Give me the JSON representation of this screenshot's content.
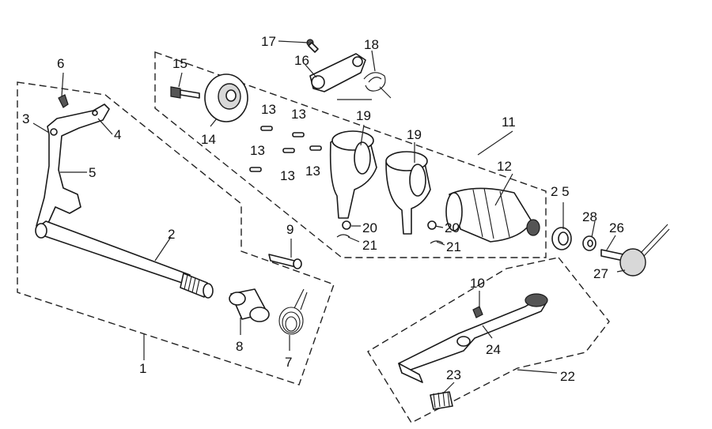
{
  "diagram": {
    "callouts": [
      {
        "id": "1",
        "text": "1"
      },
      {
        "id": "2",
        "text": "2"
      },
      {
        "id": "3",
        "text": "3"
      },
      {
        "id": "4",
        "text": "4"
      },
      {
        "id": "5",
        "text": "5"
      },
      {
        "id": "6",
        "text": "6"
      },
      {
        "id": "7",
        "text": "7"
      },
      {
        "id": "8",
        "text": "8"
      },
      {
        "id": "9",
        "text": "9"
      },
      {
        "id": "10",
        "text": "10"
      },
      {
        "id": "11",
        "text": "11"
      },
      {
        "id": "12",
        "text": "12"
      },
      {
        "id": "13a",
        "text": "13"
      },
      {
        "id": "13b",
        "text": "13"
      },
      {
        "id": "13c",
        "text": "13"
      },
      {
        "id": "13d",
        "text": "13"
      },
      {
        "id": "13e",
        "text": "13"
      },
      {
        "id": "14",
        "text": "14"
      },
      {
        "id": "15",
        "text": "15"
      },
      {
        "id": "16",
        "text": "16"
      },
      {
        "id": "17",
        "text": "17"
      },
      {
        "id": "18",
        "text": "18"
      },
      {
        "id": "19a",
        "text": "19"
      },
      {
        "id": "19b",
        "text": "19"
      },
      {
        "id": "20a",
        "text": "20"
      },
      {
        "id": "20b",
        "text": "20"
      },
      {
        "id": "21a",
        "text": "21"
      },
      {
        "id": "21b",
        "text": "21"
      },
      {
        "id": "22",
        "text": "22"
      },
      {
        "id": "23",
        "text": "23"
      },
      {
        "id": "24",
        "text": "24"
      },
      {
        "id": "25",
        "text": "2 5"
      },
      {
        "id": "26",
        "text": "26"
      },
      {
        "id": "27",
        "text": "27"
      },
      {
        "id": "28",
        "text": "28"
      }
    ]
  }
}
